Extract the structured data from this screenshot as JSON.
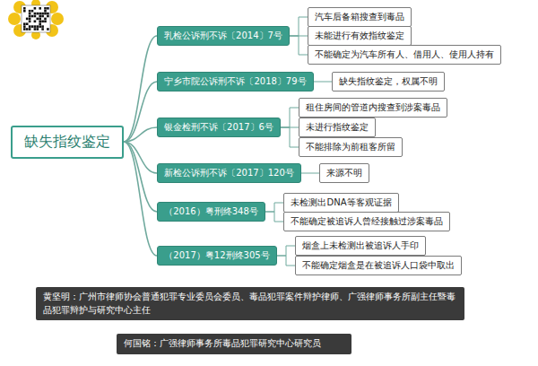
{
  "diagram": {
    "nodes": [
      {
        "text": [
          "缺失指纹鉴定"
        ]
      },
      {
        "text": [
          "乳检公诉刑不诉〔2014〕7号"
        ]
      },
      {
        "text": [
          "汽车后备箱搜查到毒品"
        ]
      },
      {
        "text": [
          "未能进行有效指纹鉴定"
        ]
      },
      {
        "text": [
          "不能确定为汽车所有人、借用人、使用人持有"
        ]
      },
      {
        "text": [
          "宁乡市院公诉刑不诉〔2018〕79号"
        ]
      },
      {
        "text": [
          "缺失指纹鉴定，权属不明"
        ]
      },
      {
        "text": [
          "银金检刑不诉〔2017〕6号"
        ]
      },
      {
        "text": [
          "租住房间的管道内搜查到涉案毒品"
        ]
      },
      {
        "text": [
          "未进行指纹鉴定"
        ]
      },
      {
        "text": [
          "不能排除为前租客所留"
        ]
      },
      {
        "text": [
          "新检公诉刑不诉〔2017〕120号"
        ]
      },
      {
        "text": [
          "来源不明"
        ]
      },
      {
        "text": [
          "（2016）粤刑终348号"
        ]
      },
      {
        "text": [
          "未检测出DNA等客观证据"
        ]
      },
      {
        "text": [
          "不能确定被追诉人曾经接触过涉案毒品"
        ]
      },
      {
        "text": [
          "（2017）粤12刑终305号"
        ]
      },
      {
        "text": [
          "烟盒上未检测出被追诉人手印"
        ]
      },
      {
        "text": [
          "不能确定烟盒是在被追诉人口袋中取出"
        ]
      },
      {
        "text": [
          "黄坚明：广州市律师协会普通犯罪专业委员会委员、毒品犯罪案件辩护律师、广强律师事务所副主任暨毒品犯罪辩护与研究中心主任"
        ]
      },
      {
        "text": [
          "何国铭：广强律师事务所毒品犯罪研究中心研究员"
        ]
      }
    ],
    "edges": [
      {
        "from": 0,
        "to": 1,
        "arrow": "none"
      },
      {
        "from": 0,
        "to": 5,
        "arrow": "none"
      },
      {
        "from": 0,
        "to": 7,
        "arrow": "none"
      },
      {
        "from": 0,
        "to": 11,
        "arrow": "none"
      },
      {
        "from": 0,
        "to": 13,
        "arrow": "none"
      },
      {
        "from": 0,
        "to": 16,
        "arrow": "none"
      },
      {
        "from": 1,
        "to": 2,
        "arrow": "none"
      },
      {
        "from": 1,
        "to": 3,
        "arrow": "none"
      },
      {
        "from": 1,
        "to": 4,
        "arrow": "none"
      },
      {
        "from": 5,
        "to": 6,
        "arrow": "none"
      },
      {
        "from": 7,
        "to": 8,
        "arrow": "none"
      },
      {
        "from": 7,
        "to": 9,
        "arrow": "none"
      },
      {
        "from": 7,
        "to": 10,
        "arrow": "none"
      },
      {
        "from": 11,
        "to": 12,
        "arrow": "none"
      },
      {
        "from": 13,
        "to": 14,
        "arrow": "none"
      },
      {
        "from": 13,
        "to": 15,
        "arrow": "none"
      },
      {
        "from": 16,
        "to": 17,
        "arrow": "none"
      },
      {
        "from": 16,
        "to": 18,
        "arrow": "none"
      }
    ]
  }
}
